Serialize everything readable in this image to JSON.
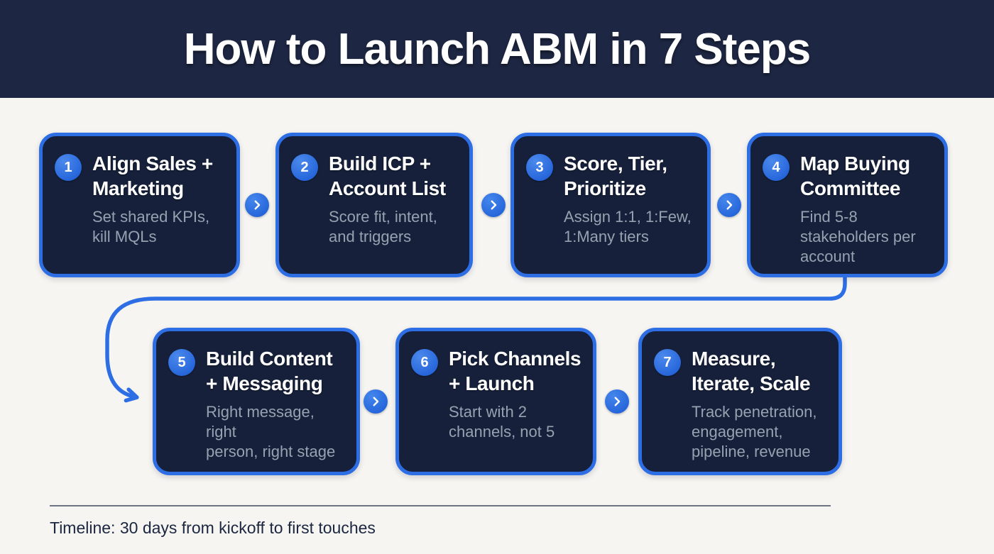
{
  "header": {
    "title": "How to Launch ABM in 7 Steps"
  },
  "steps": [
    {
      "number": "1",
      "title": "Align Sales +\nMarketing",
      "description": "Set shared KPIs,\nkill MQLs"
    },
    {
      "number": "2",
      "title": "Build ICP +\nAccount List",
      "description": "Score fit, intent,\nand triggers"
    },
    {
      "number": "3",
      "title": "Score, Tier,\nPrioritize",
      "description": "Assign 1:1, 1:Few,\n1:Many tiers"
    },
    {
      "number": "4",
      "title": "Map Buying\nCommittee",
      "description": "Find 5-8\nstakeholders per\naccount"
    },
    {
      "number": "5",
      "title": "Build Content\n+ Messaging",
      "description": "Right message, right\nperson, right stage"
    },
    {
      "number": "6",
      "title": "Pick Channels\n+ Launch",
      "description": "Start with 2\nchannels, not 5"
    },
    {
      "number": "7",
      "title": "Measure,\nIterate, Scale",
      "description": "Track penetration,\nengagement,\npipeline, revenue"
    }
  ],
  "footer": {
    "timeline": "Timeline: 30 days from kickoff to first touches"
  },
  "colors": {
    "header_bg": "#1d2642",
    "page_bg": "#f7f5f1",
    "card_bg": "#16203a",
    "accent_blue": "#2e6ee5",
    "badge_blue": "#2b6fe3",
    "subtitle_gray": "#98a1b0",
    "footer_text": "#1b2740",
    "divider_gray": "#6e7585"
  },
  "icons": {
    "step_arrow": "chevron-right-icon",
    "flow_connector": "curved-arrow-connector"
  }
}
